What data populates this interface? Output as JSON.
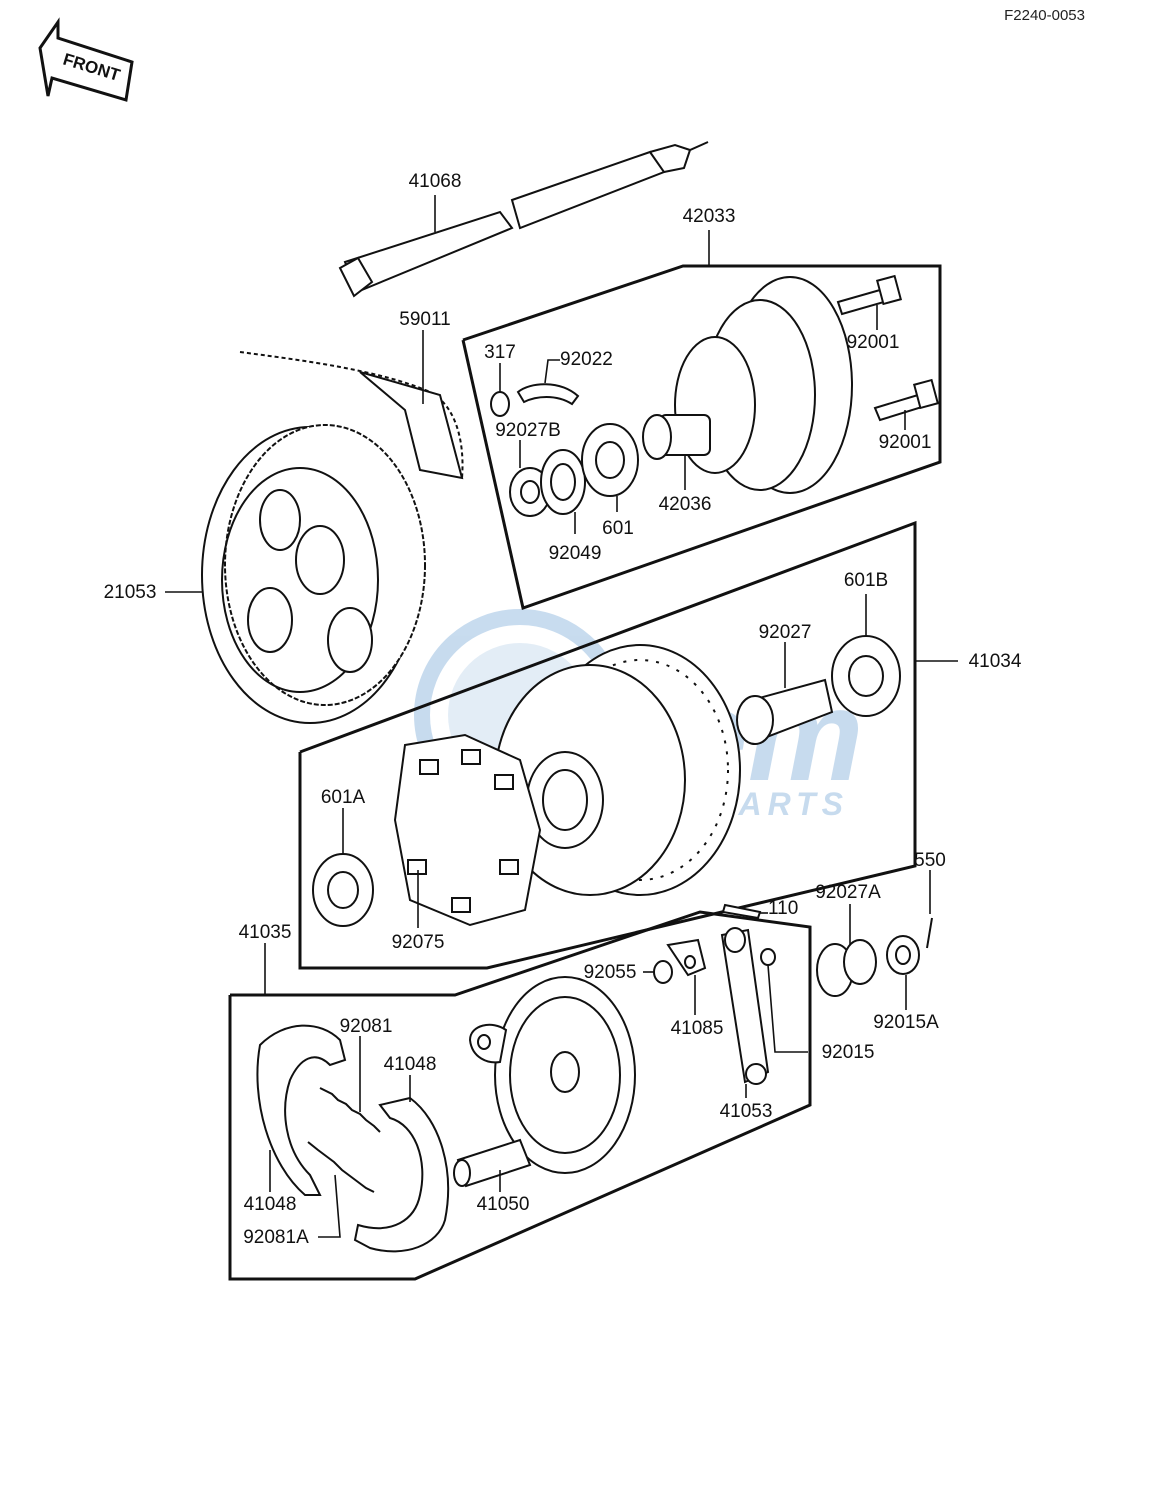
{
  "diagram_code": "F2240-0053",
  "direction_arrow_label": "FRONT",
  "watermark": {
    "brand": "Fiem",
    "tagline": "MOTORPARTS",
    "color": "#3b82c4"
  },
  "callouts": {
    "p41068": "41068",
    "p42033": "42033",
    "p59011": "59011",
    "p317": "317",
    "p92022": "92022",
    "p92001a": "92001",
    "p92001b": "92001",
    "p92027B": "92027B",
    "p42036": "42036",
    "p601": "601",
    "p92049": "92049",
    "p21053": "21053",
    "p601B": "601B",
    "p92027": "92027",
    "p41034": "41034",
    "p601A": "601A",
    "p92075": "92075",
    "p550": "550",
    "p92027A": "92027A",
    "p110": "110",
    "p41035": "41035",
    "p92055": "92055",
    "p41085": "41085",
    "p92015": "92015",
    "p92015A": "92015A",
    "p92081": "92081",
    "p41048a": "41048",
    "p41048b": "41048",
    "p41053": "41053",
    "p41050": "41050",
    "p92081A": "92081A"
  }
}
